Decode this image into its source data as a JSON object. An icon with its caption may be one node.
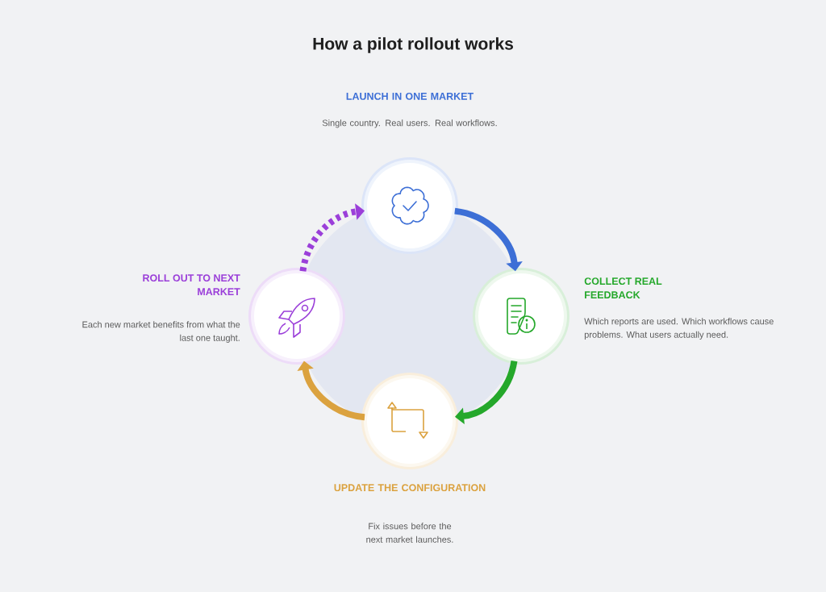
{
  "diagram": {
    "title": "How a pilot rollout works",
    "nodes": [
      {
        "text": [
          "LAUNCH IN ONE MARKET",
          "Single country. Real users. Real workflows."
        ]
      },
      {
        "text": [
          "COLLECT REAL FEEDBACK",
          "Which reports are used. Which workflows cause problems. What users actually need."
        ]
      },
      {
        "text": [
          "UPDATE THE CONFIGURATION",
          "Fix issues before the next market launches."
        ]
      },
      {
        "text": [
          "ROLL OUT TO NEXT MARKET",
          "Each new market benefits from what the last one taught."
        ]
      }
    ],
    "edges": [
      {
        "from": 0,
        "to": 1,
        "arrow": "to",
        "color": "#3d6fd6"
      },
      {
        "from": 1,
        "to": 2,
        "arrow": "to",
        "color": "#25a82b"
      },
      {
        "from": 2,
        "to": 3,
        "arrow": "to",
        "color": "#dba23f"
      },
      {
        "from": 3,
        "to": 0,
        "arrow": "to",
        "style": "dashed",
        "color": "#9b3fd9"
      }
    ]
  }
}
